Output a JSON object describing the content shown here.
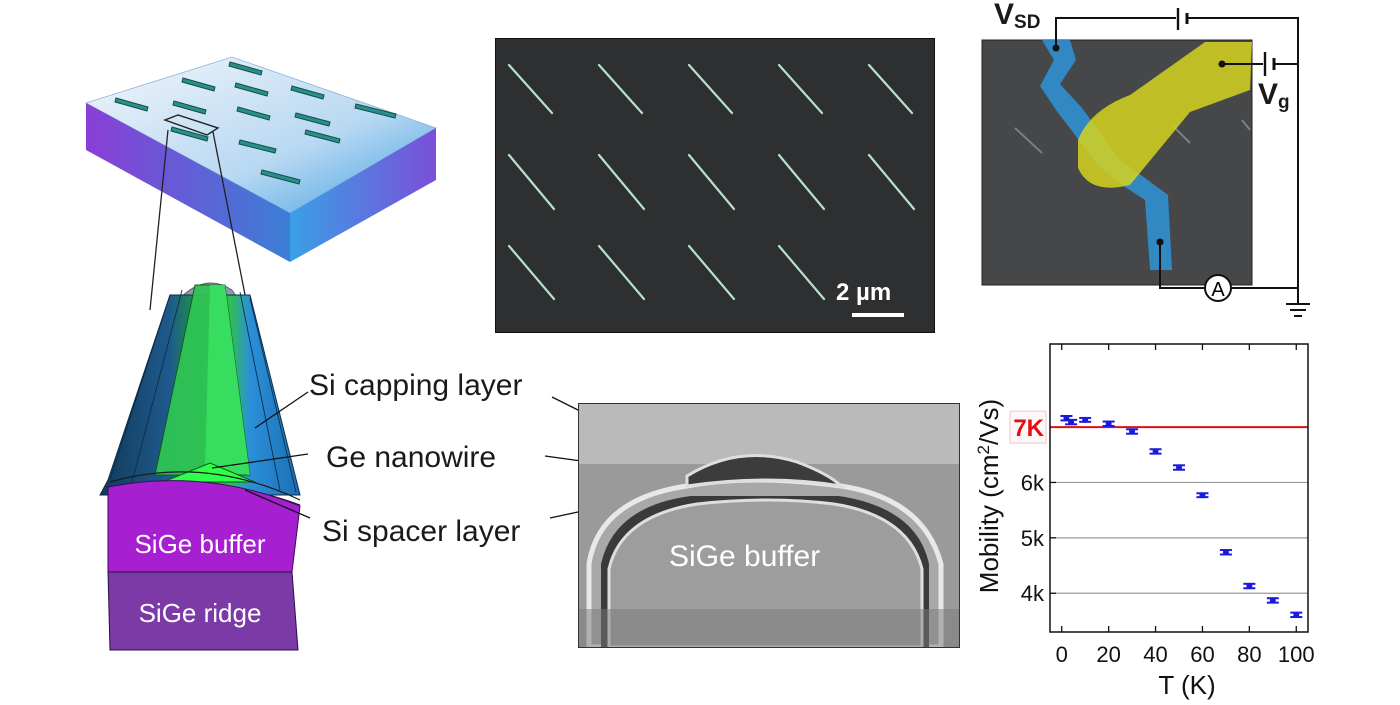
{
  "schematic": {
    "labels": {
      "capping": "Si capping layer",
      "nanowire": "Ge nanowire",
      "spacer": "Si spacer layer",
      "buffer": "SiGe buffer",
      "ridge": "SiGe ridge"
    }
  },
  "sem_top": {
    "scale_label": "2 µm"
  },
  "sem_cross": {
    "label": "SiGe buffer"
  },
  "device": {
    "vsd_main": "V",
    "vsd_sub": "SD",
    "vg_main": "V",
    "vg_sub": "g",
    "ammeter": "A"
  },
  "colors": {
    "blue_contact": "#2f8fd0",
    "gate_yellow": "#d6d41e",
    "marker_blue": "#1a1adf",
    "ref_line_red": "#e01010",
    "buffer_purple": "#a020c8",
    "ridge_purple": "#7a3aa0",
    "nanowire_green": "#33cc55"
  },
  "chart_data": {
    "type": "scatter",
    "xlabel": "T (K)",
    "ylabel_main": "Mobility (cm",
    "ylabel_sup": "2",
    "ylabel_tail": "/Vs)",
    "xlim": [
      -5,
      105
    ],
    "ylim": [
      3300,
      8500
    ],
    "x_ticks": [
      0,
      20,
      40,
      60,
      80,
      100
    ],
    "x_tick_labels": [
      "0",
      "20",
      "40",
      "60",
      "80",
      "100"
    ],
    "y_ticks": [
      4000,
      5000,
      6000
    ],
    "y_tick_labels": [
      "4k",
      "5k",
      "6k"
    ],
    "hgrid": [
      4000,
      5000,
      6000
    ],
    "reference_line": {
      "y": 7000,
      "label": "7K",
      "color": "#e01010"
    },
    "series": [
      {
        "marker_color": "#1a1adf",
        "x": [
          2,
          4,
          10,
          20,
          30,
          40,
          50,
          60,
          70,
          80,
          90,
          100
        ],
        "y": [
          7160,
          7090,
          7130,
          7060,
          6920,
          6560,
          6270,
          5770,
          4740,
          4130,
          3870,
          3610
        ],
        "err": [
          40,
          40,
          35,
          40,
          40,
          40,
          40,
          35,
          40,
          40,
          40,
          40
        ]
      }
    ]
  }
}
